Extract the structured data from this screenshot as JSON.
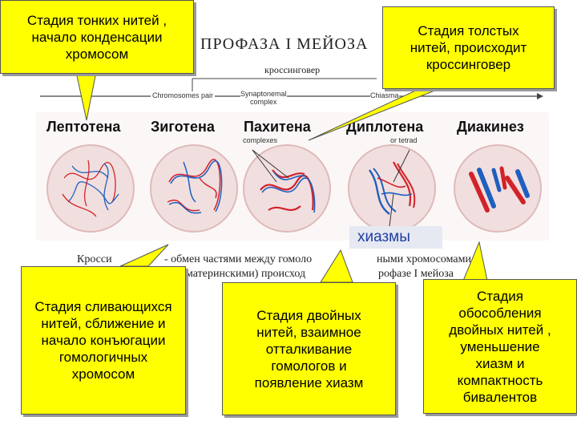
{
  "diagram": {
    "title": "ПРОФАЗА I МЕЙОЗА",
    "crossover_label": "кроссинговер",
    "timeline_labels": {
      "pair": "Chromosomes pair",
      "synaptonemal": "Synaptonemal\ncomplex",
      "chiasma": "Chiasma",
      "complexes": "complexes",
      "tetrad": "or tetrad"
    },
    "stages": [
      "Лептотена",
      "Зиготена",
      "Пахитена",
      "Диплотена",
      "Диакинез"
    ],
    "chiasma_label": "хиазмы",
    "caption_line1_a": "Кросси",
    "caption_line1_b": "- обмен частями между гомоло",
    "caption_line1_c": "ными хромосомами",
    "caption_line2_a": "материнскими)  происход",
    "caption_line2_b": "рофазе I мейоза"
  },
  "callouts": {
    "top_left": "Стадия тонких нитей ,\nначало конденсации\nхромосом",
    "top_right": "Стадия толстых\nнитей, происходит\nкроссинговер",
    "bottom_left": "Стадия сливающихся\nнитей, сближение и\nначало конъюгации\nгомологичных\nхромосом",
    "bottom_middle": "Стадия двойных\nнитей, взаимное\nотталкивание\nгомологов и\nпоявление хиазм",
    "bottom_right": "Стадия\nобособления\nдвойных нитей ,\nуменьшение\nхиазм и\nкомпактность\nбивалентов"
  },
  "colors": {
    "callout": "#ffff00",
    "cell": "#f1dfdf",
    "red": "#d2232a",
    "blue": "#1f5fbf"
  }
}
